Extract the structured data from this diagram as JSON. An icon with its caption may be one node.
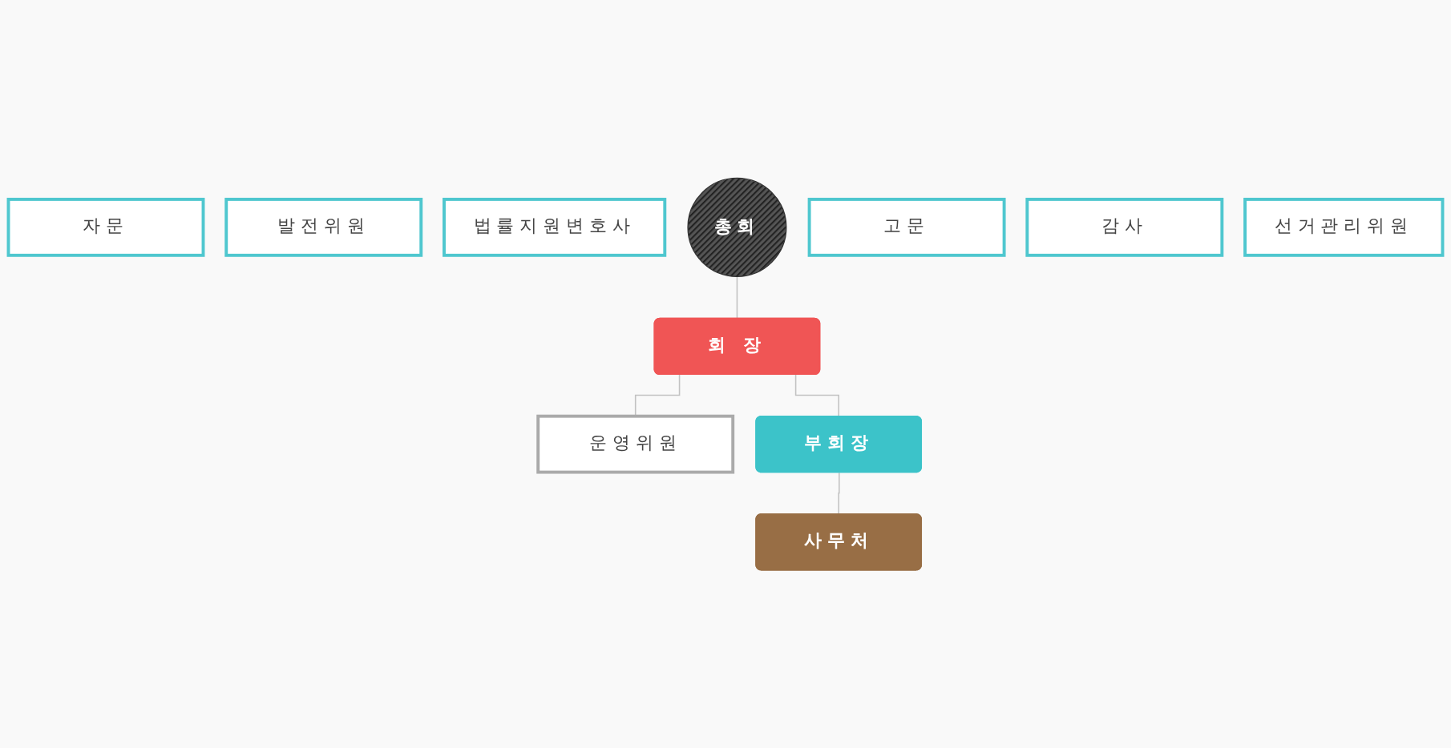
{
  "diagram": {
    "nodes": [
      {
        "text": [
          "자문"
        ]
      },
      {
        "text": [
          "발전위원"
        ]
      },
      {
        "text": [
          "법률지원변호사"
        ]
      },
      {
        "text": [
          "총회"
        ]
      },
      {
        "text": [
          "고문"
        ]
      },
      {
        "text": [
          "감사"
        ]
      },
      {
        "text": [
          "선거관리위원"
        ]
      },
      {
        "text": [
          "회 장"
        ]
      },
      {
        "text": [
          "운영위원"
        ]
      },
      {
        "text": [
          "부회장"
        ]
      },
      {
        "text": [
          "사무처"
        ]
      }
    ],
    "edges": [
      {
        "from": 3,
        "to": 7,
        "arrow": "none"
      },
      {
        "from": 7,
        "to": 8,
        "arrow": "none"
      },
      {
        "from": 7,
        "to": 9,
        "arrow": "none"
      },
      {
        "from": 9,
        "to": 10,
        "arrow": "none"
      }
    ]
  }
}
